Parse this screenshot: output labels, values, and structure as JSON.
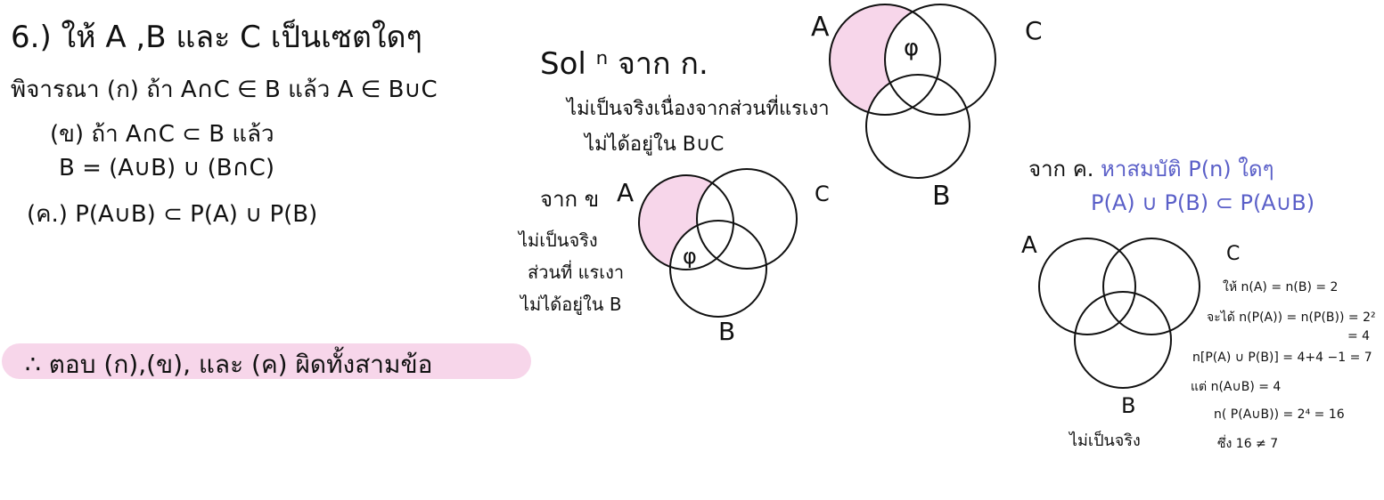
{
  "question": {
    "title": "6.) ให้ A ,B และ C เป็นเซตใดๆ",
    "lines": [
      "พิจารณา (ก) ถ้า A∩C ∈ B แล้ว A ∈ B∪C",
      "(ข) ถ้า A∩C ⊂ B แล้ว",
      "B = (A∪B) ∪ (B∩C)",
      "(ค.) P(A∪B) ⊂ P(A) ∪ P(B)"
    ]
  },
  "answer": "∴ ตอบ (ก),(ข), และ (ค) ผิดทั้งสามข้อ",
  "solution_a": {
    "header": "Sol ⁿ จาก ก.",
    "line1": "ไม่เป็นจริงเนื่องจากส่วนที่แรเงา",
    "line2": "ไม่ได้อยู่ใน B∪C"
  },
  "solution_b": {
    "header": "จาก ข",
    "line1": "ไม่เป็นจริง",
    "line2": "ส่วนที่ แรเงา",
    "line3": "ไม่ได้อยู่ใน B"
  },
  "solution_c": {
    "header_black": "จาก ค.",
    "header_blue": "หาสมบัติ P(n) ใดๆ",
    "formula": "P(A) ∪ P(B) ⊂ P(A∪B)",
    "steps": [
      "ให้ n(A) = n(B) = 2",
      "จะได้ n(P(A)) = n(P(B)) = 2²",
      "= 4",
      "n[P(A) ∪ P(B)] = 4+4 −1 = 7",
      "แต่ n(A∪B) = 4",
      "n( P(A∪B)) = 2⁴ = 16",
      "ซึ่ง 16 ≠ 7"
    ],
    "verdict": "ไม่เป็นจริง"
  },
  "venn_labels": {
    "a": "A",
    "b": "B",
    "c": "C",
    "empty": "φ"
  },
  "colors": {
    "shade": "#f7d6ea",
    "ink": "#111111",
    "blue_ink": "#5a5fc8"
  }
}
